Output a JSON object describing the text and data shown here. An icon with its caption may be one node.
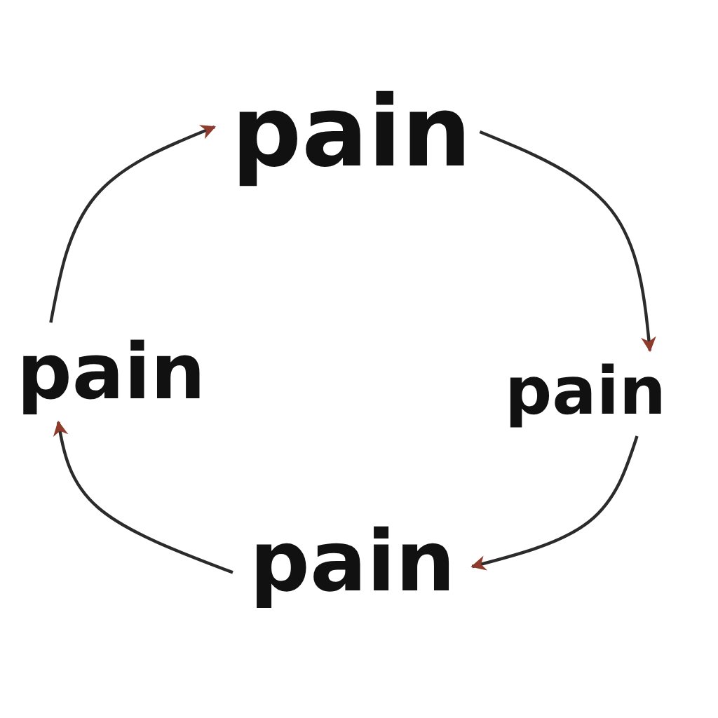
{
  "diagram": {
    "nodes": [
      {
        "text": [
          "pain"
        ]
      },
      {
        "text": [
          "pain"
        ]
      },
      {
        "text": [
          "pain"
        ]
      },
      {
        "text": [
          "pain"
        ]
      }
    ],
    "edges": [
      {
        "from": 0,
        "to": 1,
        "arrow": "to"
      },
      {
        "from": 1,
        "to": 2,
        "arrow": "to"
      },
      {
        "from": 2,
        "to": 3,
        "arrow": "to"
      },
      {
        "from": 3,
        "to": 0,
        "arrow": "to"
      }
    ]
  }
}
